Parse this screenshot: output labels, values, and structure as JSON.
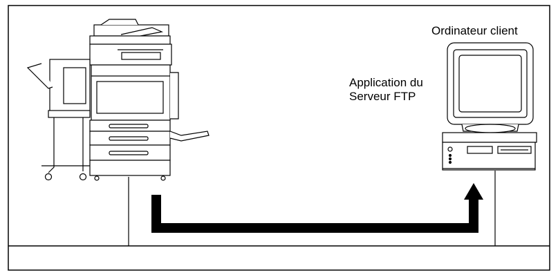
{
  "labels": {
    "client_computer": "Ordinateur client",
    "ftp_app_line1": "Application du",
    "ftp_app_line2": "Serveur FTP"
  },
  "colors": {
    "stroke": "#000000",
    "background": "#ffffff",
    "arrow": "#000000"
  }
}
